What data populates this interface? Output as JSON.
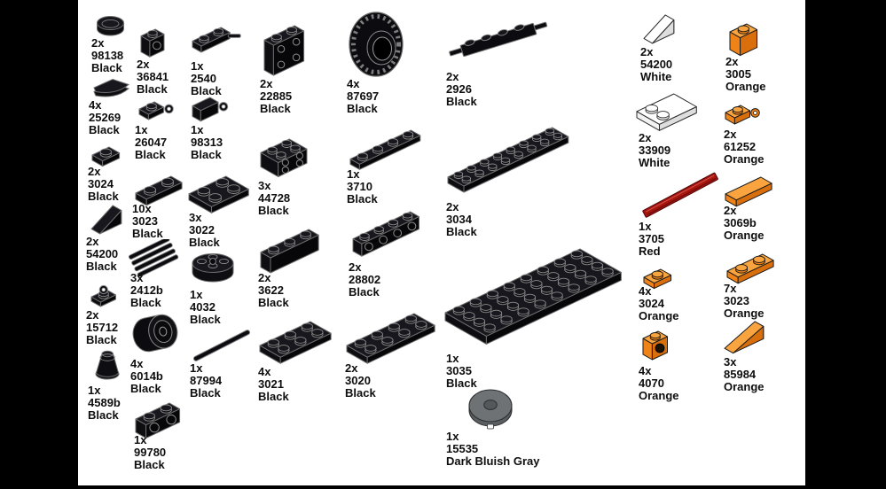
{
  "palette": {
    "Black": {
      "top": "#17171d",
      "side": "#0d0d12",
      "front": "#07070a",
      "edge": "#6e6e6e",
      "studEdge": "#8b8b8b"
    },
    "White": {
      "top": "#ffffff",
      "side": "#f2f2f2",
      "front": "#dedede",
      "edge": "#2b2b2b",
      "studEdge": "#2b2b2b"
    },
    "Orange": {
      "top": "#f9a43f",
      "side": "#ef8318",
      "front": "#d86f0c",
      "edge": "#1a1a1a",
      "studEdge": "#141414"
    },
    "Red": {
      "top": "#c03b2a",
      "side": "#a81410",
      "front": "#7c0d0a",
      "edge": "#4b0605",
      "studEdge": "#cf5549"
    },
    "Dark Bluish Gray": {
      "top": "#6e7274",
      "side": "#5a5e60",
      "front": "#4d5153",
      "edge": "#2d2f30",
      "studEdge": "#2d2f30"
    }
  },
  "parts": [
    {
      "qty": "2x",
      "part": "98138",
      "color": "Black"
    },
    {
      "qty": "4x",
      "part": "25269",
      "color": "Black"
    },
    {
      "qty": "2x",
      "part": "3024",
      "color": "Black"
    },
    {
      "qty": "2x",
      "part": "54200",
      "color": "Black"
    },
    {
      "qty": "2x",
      "part": "15712",
      "color": "Black"
    },
    {
      "qty": "1x",
      "part": "4589b",
      "color": "Black"
    },
    {
      "qty": "2x",
      "part": "36841",
      "color": "Black"
    },
    {
      "qty": "1x",
      "part": "26047",
      "color": "Black"
    },
    {
      "qty": "10x",
      "part": "3023",
      "color": "Black"
    },
    {
      "qty": "3x",
      "part": "2412b",
      "color": "Black"
    },
    {
      "qty": "4x",
      "part": "6014b",
      "color": "Black"
    },
    {
      "qty": "1x",
      "part": "99780",
      "color": "Black"
    },
    {
      "qty": "1x",
      "part": "2540",
      "color": "Black"
    },
    {
      "qty": "1x",
      "part": "98313",
      "color": "Black"
    },
    {
      "qty": "3x",
      "part": "3022",
      "color": "Black"
    },
    {
      "qty": "1x",
      "part": "4032",
      "color": "Black"
    },
    {
      "qty": "1x",
      "part": "87994",
      "color": "Black"
    },
    {
      "qty": "2x",
      "part": "22885",
      "color": "Black"
    },
    {
      "qty": "3x",
      "part": "44728",
      "color": "Black"
    },
    {
      "qty": "2x",
      "part": "3622",
      "color": "Black"
    },
    {
      "qty": "4x",
      "part": "3021",
      "color": "Black"
    },
    {
      "qty": "4x",
      "part": "87697",
      "color": "Black"
    },
    {
      "qty": "1x",
      "part": "3710",
      "color": "Black"
    },
    {
      "qty": "2x",
      "part": "28802",
      "color": "Black"
    },
    {
      "qty": "2x",
      "part": "3020",
      "color": "Black"
    },
    {
      "qty": "2x",
      "part": "2926",
      "color": "Black"
    },
    {
      "qty": "2x",
      "part": "3034",
      "color": "Black"
    },
    {
      "qty": "1x",
      "part": "3035",
      "color": "Black"
    },
    {
      "qty": "1x",
      "part": "15535",
      "color": "Dark Bluish Gray"
    },
    {
      "qty": "2x",
      "part": "54200",
      "color": "White"
    },
    {
      "qty": "2x",
      "part": "33909",
      "color": "White"
    },
    {
      "qty": "1x",
      "part": "3705",
      "color": "Red"
    },
    {
      "qty": "4x",
      "part": "3024",
      "color": "Orange"
    },
    {
      "qty": "4x",
      "part": "4070",
      "color": "Orange"
    },
    {
      "qty": "2x",
      "part": "3005",
      "color": "Orange"
    },
    {
      "qty": "2x",
      "part": "61252",
      "color": "Orange"
    },
    {
      "qty": "2x",
      "part": "3069b",
      "color": "Orange"
    },
    {
      "qty": "7x",
      "part": "3023",
      "color": "Orange"
    },
    {
      "qty": "3x",
      "part": "85984",
      "color": "Orange"
    }
  ]
}
